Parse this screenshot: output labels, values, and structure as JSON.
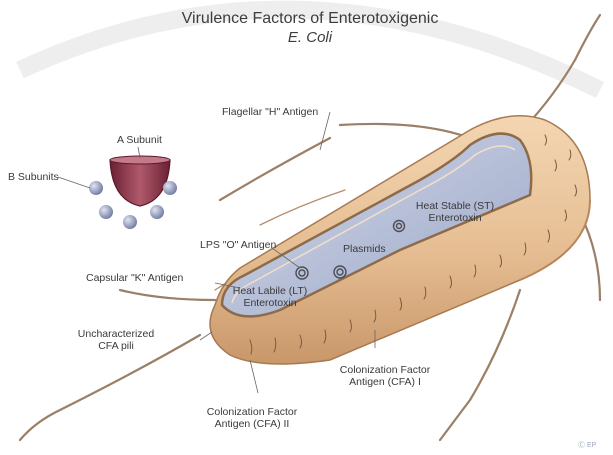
{
  "title_line1": "Virulence Factors of Enterotoxigenic",
  "title_line2": "E. Coli",
  "labels": {
    "flagellar": "Flagellar \"H\" Antigen",
    "a_subunit": "A Subunit",
    "b_subunits": "B Subunits",
    "heat_stable_1": "Heat Stable (ST)",
    "heat_stable_2": "Enterotoxin",
    "lps": "LPS \"O\" Antigen",
    "plasmids": "Plasmids",
    "capsular": "Capsular \"K\" Antigen",
    "heat_labile_1": "Heat Labile (LT)",
    "heat_labile_2": "Enterotoxin",
    "uncharacterized_1": "Uncharacterized",
    "uncharacterized_2": "CFA pili",
    "cfa1_1": "Colonization Factor",
    "cfa1_2": "Antigen (CFA) I",
    "cfa2_1": "Colonization Factor",
    "cfa2_2": "Antigen (CFA) II"
  },
  "watermark": "Ⓒ EP",
  "colors": {
    "cell_body": "#e8c39a",
    "cell_shadow": "#c99a6e",
    "interior": "#b9c3dc",
    "a_subunit": "#8a3346",
    "b_subunit": "#8d97b8",
    "flagella": "#9b7f66"
  }
}
